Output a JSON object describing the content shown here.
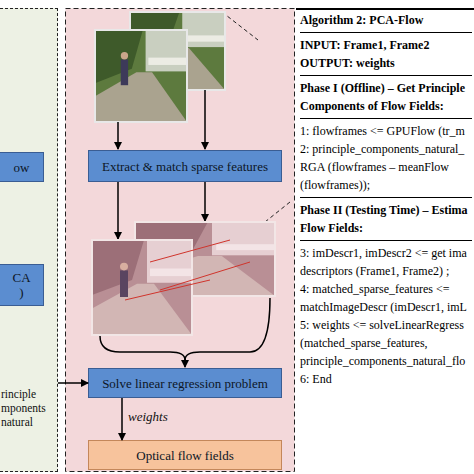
{
  "diagram": {
    "nodes": [
      {
        "text": [
          "rinciple mponents natural"
        ]
      },
      {
        "text": [
          "ow"
        ],
        "in": 0
      },
      {
        "text": [
          "CA )"
        ],
        "in": 0
      },
      {
        "text": [
          "Extract & match sparse features"
        ]
      },
      {
        "text": [
          "Solve linear regression problem"
        ]
      },
      {
        "text": [
          "Optical flow fields"
        ]
      },
      {
        "text": [
          "Algorithm 2: PCA-Flow",
          "INPUT: Frame1, Frame2",
          "OUTPUT: weights",
          "Phase I (Offline) – Get Principle Components of Flow Fields:",
          "1: flowframes <= GPUFlow (tr_m",
          "2: principle_components_natural_ RGA (flowframes – meanFlow (flowframes));",
          "Phase II (Testing Time) – Estima Flow Fields:",
          "3: imDescr1, imDescr2 <= get ima descriptors (Frame1, Frame2) ;",
          "4: matched_sparse_features <= matchImageDescr (imDescr1, imL",
          "5: weights <= solveLinearRegress (matched_sparse_features, principle_components_natural_flo",
          "6: End"
        ]
      }
    ],
    "edges": [
      {
        "from": 0,
        "to": 4,
        "arrow": "to"
      },
      {
        "from": 4,
        "to": 5,
        "label": "weights",
        "arrow": "to"
      }
    ]
  }
}
